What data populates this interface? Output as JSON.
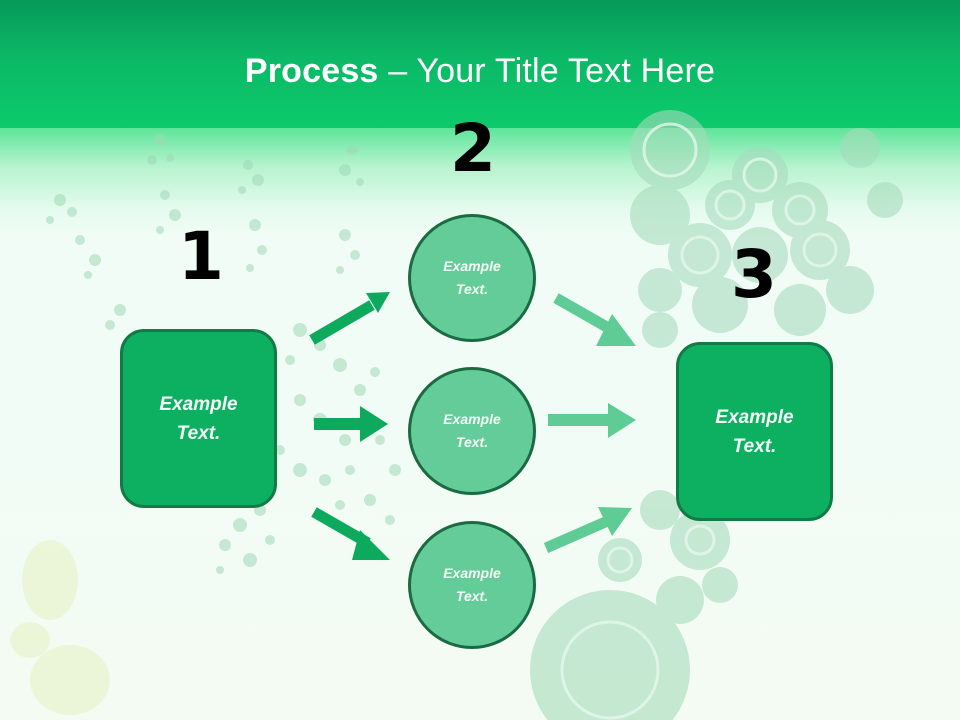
{
  "slide": {
    "title_bold": "Process",
    "title_rest": " – Your Title Text Here",
    "colors": {
      "header": "#0bb866",
      "box_fill": "#0daf60",
      "box_border": "#117a45",
      "circle_fill": "#64cc98",
      "circle_border": "#1a6b42",
      "arrow_dark": "#0daa5e",
      "arrow_light": "#5fcb95"
    }
  },
  "steps": [
    {
      "number": "1",
      "label_line1": "Example",
      "label_line2": "Text."
    },
    {
      "number": "2"
    },
    {
      "number": "3",
      "label_line1": "Example",
      "label_line2": "Text."
    }
  ],
  "middle_nodes": [
    {
      "label_line1": "Example",
      "label_line2": "Text."
    },
    {
      "label_line1": "Example",
      "label_line2": "Text."
    },
    {
      "label_line1": "Example",
      "label_line2": "Text."
    }
  ],
  "arrows": [
    {
      "from": "step-1",
      "to": "node-1",
      "direction": "up-right"
    },
    {
      "from": "step-1",
      "to": "node-2",
      "direction": "right"
    },
    {
      "from": "step-1",
      "to": "node-3",
      "direction": "down-right"
    },
    {
      "from": "node-1",
      "to": "step-3",
      "direction": "down-right"
    },
    {
      "from": "node-2",
      "to": "step-3",
      "direction": "right"
    },
    {
      "from": "node-3",
      "to": "step-3",
      "direction": "up-right"
    }
  ]
}
